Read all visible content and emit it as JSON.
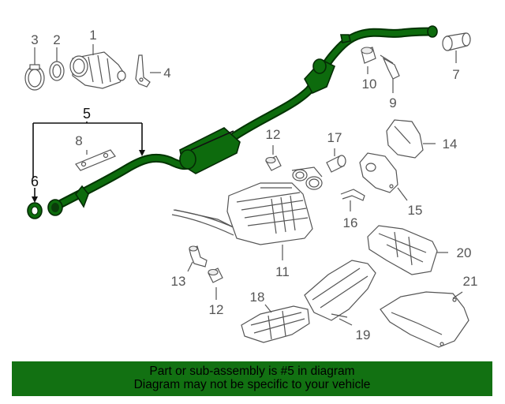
{
  "diagram": {
    "callouts": [
      {
        "id": "c1",
        "text": "1"
      },
      {
        "id": "c2",
        "text": "2"
      },
      {
        "id": "c3",
        "text": "3"
      },
      {
        "id": "c4",
        "text": "4"
      },
      {
        "id": "c5",
        "text": "5"
      },
      {
        "id": "c6",
        "text": "6"
      },
      {
        "id": "c7",
        "text": "7"
      },
      {
        "id": "c8",
        "text": "8"
      },
      {
        "id": "c9",
        "text": "9"
      },
      {
        "id": "c10",
        "text": "10"
      },
      {
        "id": "c11",
        "text": "11"
      },
      {
        "id": "c12a",
        "text": "12"
      },
      {
        "id": "c12b",
        "text": "12"
      },
      {
        "id": "c13",
        "text": "13"
      },
      {
        "id": "c14",
        "text": "14"
      },
      {
        "id": "c15",
        "text": "15"
      },
      {
        "id": "c16",
        "text": "16"
      },
      {
        "id": "c17",
        "text": "17"
      },
      {
        "id": "c18",
        "text": "18"
      },
      {
        "id": "c19",
        "text": "19"
      },
      {
        "id": "c20",
        "text": "20"
      },
      {
        "id": "c21",
        "text": "21"
      }
    ],
    "highlight_color": "#127112"
  },
  "banner": {
    "line1": "Part or sub-assembly is #5 in diagram",
    "line2": "Diagram may not be specific to your vehicle"
  }
}
